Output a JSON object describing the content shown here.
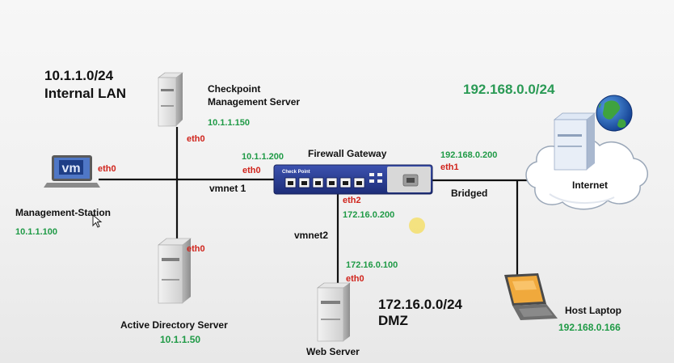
{
  "lan": {
    "subnet": "10.1.1.0/24",
    "name": "Internal LAN"
  },
  "wan": {
    "subnet": "192.168.0.0/24"
  },
  "dmz": {
    "subnet": "172.16.0.0/24",
    "name": "DMZ"
  },
  "mgmt_server": {
    "title_line1": "Checkpoint",
    "title_line2": "Management Server",
    "ip": "10.1.1.150",
    "iface": "eth0"
  },
  "mgmt_station": {
    "label": "Management-Station",
    "ip": "10.1.1.100",
    "iface": "eth0",
    "logo": "vm"
  },
  "gateway": {
    "label": "Firewall Gateway",
    "eth0_ip": "10.1.1.200",
    "eth0": "eth0",
    "eth1_ip": "192.168.0.200",
    "eth1": "eth1",
    "eth2": "eth2",
    "eth2_ip": "172.16.0.200",
    "brand": "Check Point"
  },
  "ad_server": {
    "label": "Active Directory Server",
    "ip": "10.1.1.50",
    "iface": "eth0"
  },
  "web_server": {
    "label": "Web Server",
    "ip": "172.16.0.100",
    "iface": "eth0"
  },
  "internet": {
    "label": "Internet"
  },
  "laptop": {
    "label": "Host Laptop",
    "ip": "192.168.0.166"
  },
  "links": {
    "vmnet1": "vmnet 1",
    "vmnet2": "vmnet2",
    "bridged": "Bridged"
  },
  "colors": {
    "ip_green": "#1f9a46",
    "iface_red": "#d0241c",
    "gateway_blue": "#2a3f9a",
    "wire": "#111111"
  },
  "icons": [
    "server-icon",
    "monitor-icon",
    "firewall-appliance-icon",
    "cloud-icon",
    "globe-icon",
    "laptop-icon",
    "mouse-cursor-icon"
  ]
}
